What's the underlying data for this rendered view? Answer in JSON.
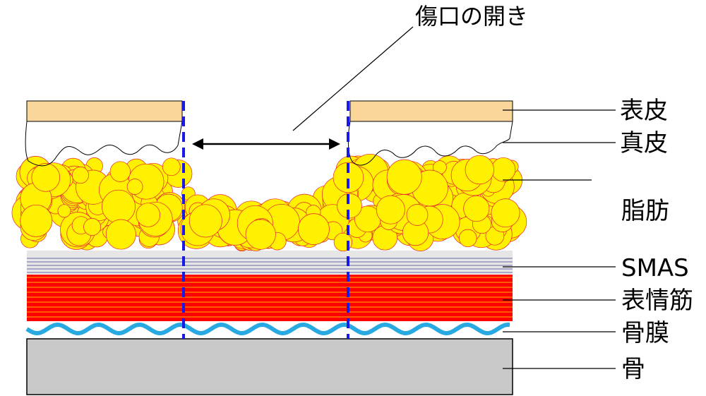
{
  "labels": {
    "wound_opening": "傷口の開き",
    "epidermis": "表皮",
    "dermis": "真皮",
    "fat": "脂肪",
    "smas": "SMAS",
    "muscle": "表情筋",
    "periosteum": "骨膜",
    "bone": "骨"
  },
  "colors": {
    "epidermis": "#FAD69A",
    "fat": "#FFF100",
    "fat_outline": "#E8242E",
    "smas": "#E6E6E6",
    "smas_lines": "#3B3F8F",
    "muscle": "#FF0000",
    "muscle_stripes": "#FFB100",
    "periosteum": "#29A9E1",
    "bone": "#C8C8C8",
    "incision": "#1A1AE6"
  },
  "icons": {
    "opening_arrow": "double-headed-arrow"
  }
}
